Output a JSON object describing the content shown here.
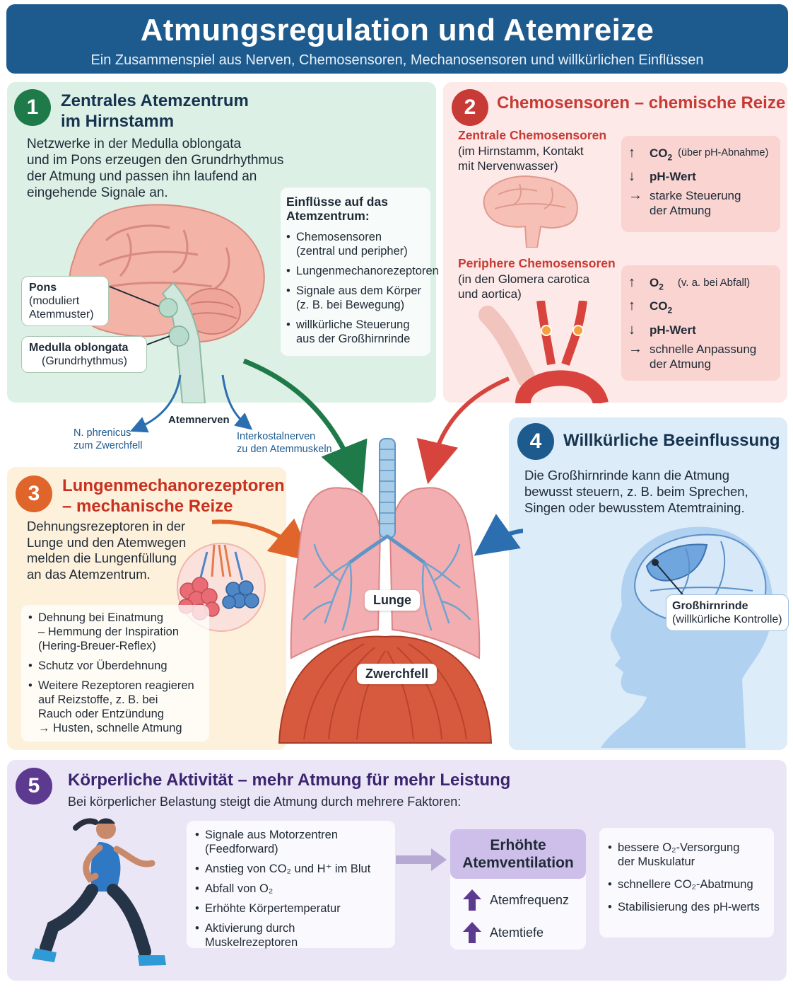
{
  "header": {
    "title": "Atmungsregulation und Atemreize",
    "subtitle": "Ein Zusammenspiel aus Nerven, Chemosensoren, Mechanosensoren und willkürlichen Einflüssen"
  },
  "colors": {
    "header": "#1d5b8f",
    "green": "#1f7a4a",
    "red": "#c73a35",
    "orange": "#e0652a",
    "blue": "#1d5b8f",
    "purple": "#5b3a8f"
  },
  "panel1": {
    "number": "1",
    "title_line1": "Zentrales Atemzentrum",
    "title_line2": "im Hirnstamm",
    "text_line1": "Netzwerke in der Medulla oblongata",
    "text_line2": "und im Pons erzeugen den Grundrhythmus",
    "text_line3": "der Atmung und passen ihn laufend an",
    "text_line4": "eingehende Signale an.",
    "influences_title_line1": "Einflüsse auf das",
    "influences_title_line2": "Atemzentrum:",
    "influences": [
      {
        "line1": "Chemosensoren",
        "line2": "(zentral und peripher)"
      },
      {
        "line1": "Lungenmechanorezeptoren",
        "line2": ""
      },
      {
        "line1": "Signale aus dem Körper",
        "line2": "(z. B. bei Bewegung)"
      },
      {
        "line1": "willkürliche Steuerung",
        "line2": "aus der Großhirnrinde"
      }
    ],
    "pons_label": "Pons",
    "pons_note_line1": "(moduliert",
    "pons_note_line2": "Atemmuster)",
    "medulla_label": "Medulla oblongata",
    "medulla_note": "(Grundrhythmus)"
  },
  "nerves": {
    "label": "Atemnerven",
    "phrenicus_line1": "N. phrenicus",
    "phrenicus_line2": "zum Zwerchfell",
    "intercostal_line1": "Interkostalnerven",
    "intercostal_line2": "zu den Atemmuskeln"
  },
  "panel2": {
    "number": "2",
    "title": "Chemosensoren – chemische Reize",
    "central_title": "Zentrale Chemosensoren",
    "central_text_line1": "(im Hirnstamm, Kontakt",
    "central_text_line2": "mit Nervenwasser)",
    "central_rows": [
      {
        "arrow": "↑",
        "label": "CO",
        "sub": "2",
        "note": "(über pH-Abnahme)"
      },
      {
        "arrow": "↓",
        "label": "pH-Wert",
        "sub": "",
        "note": ""
      },
      {
        "arrow": "→",
        "label": "starke Steuerung",
        "sub": "",
        "note": "der Atmung"
      }
    ],
    "peripheral_title": "Periphere Chemosensoren",
    "peripheral_text_line1": "(in den Glomera carotica",
    "peripheral_text_line2": "und aortica)",
    "peripheral_rows": [
      {
        "arrow": "↑",
        "label": "O",
        "sub": "2",
        "note": "(v. a. bei Abfall)"
      },
      {
        "arrow": "↑",
        "label": "CO",
        "sub": "2",
        "note": ""
      },
      {
        "arrow": "↓",
        "label": "pH-Wert",
        "sub": "",
        "note": ""
      },
      {
        "arrow": "→",
        "label": "schnelle Anpassung",
        "sub": "",
        "note": "der Atmung"
      }
    ]
  },
  "panel3": {
    "number": "3",
    "title_line1": "Lungenmechanorezeptoren",
    "title_line2": "– mechanische Reize",
    "text_line1": "Dehnungsrezeptoren in der",
    "text_line2": "Lunge und den Atemwegen",
    "text_line3": "melden die Lungenfüllung",
    "text_line4": "an das Atemzentrum.",
    "bullets": [
      {
        "lines": [
          "Dehnung bei Einatmung",
          "– Hemmung der Inspiration",
          "(Hering-Breuer-Reflex)"
        ]
      },
      {
        "lines": [
          "Schutz vor Überdehnung"
        ]
      },
      {
        "lines": [
          "Weitere Rezeptoren reagieren",
          "auf Reizstoffe, z. B. bei",
          "Rauch oder Entzündung",
          "→ Husten, schnelle Atmung"
        ]
      }
    ]
  },
  "center": {
    "lung_label": "Lunge",
    "diaphragm_label": "Zwerchfell"
  },
  "panel4": {
    "number": "4",
    "title": "Willkürliche Beeinflussung",
    "text_line1": "Die Großhirnrinde kann die Atmung",
    "text_line2": "bewusst steuern, z. B. beim Sprechen,",
    "text_line3": "Singen oder bewusstem Atemtraining.",
    "cortex_label": "Großhirnrinde",
    "cortex_note": "(willkürliche Kontrolle)"
  },
  "panel5": {
    "number": "5",
    "title": "Körperliche Aktivität – mehr Atmung für mehr Leistung",
    "subtitle": "Bei körperlicher Belastung steigt die Atmung durch mehrere Faktoren:",
    "factors": [
      {
        "line1": "Signale aus Motorzentren",
        "line2": "(Feedforward)"
      },
      {
        "line1": "Anstieg von CO₂ und H⁺ im Blut",
        "line2": ""
      },
      {
        "line1": "Abfall von O₂",
        "line2": ""
      },
      {
        "line1": "Erhöhte Körpertemperatur",
        "line2": ""
      },
      {
        "line1": "Aktivierung durch Muskelrezeptoren",
        "line2": ""
      }
    ],
    "result_line1": "Erhöhte",
    "result_line2": "Atemventilation",
    "result_items": [
      "Atemfrequenz",
      "Atemtiefe"
    ],
    "effects": [
      {
        "line1": "bessere O₂-Versorgung",
        "line2": "der Muskulatur"
      },
      {
        "line1": "schnellere CO₂-Abatmung",
        "line2": ""
      },
      {
        "line1": "Stabilisierung des pH-werts",
        "line2": ""
      }
    ]
  }
}
